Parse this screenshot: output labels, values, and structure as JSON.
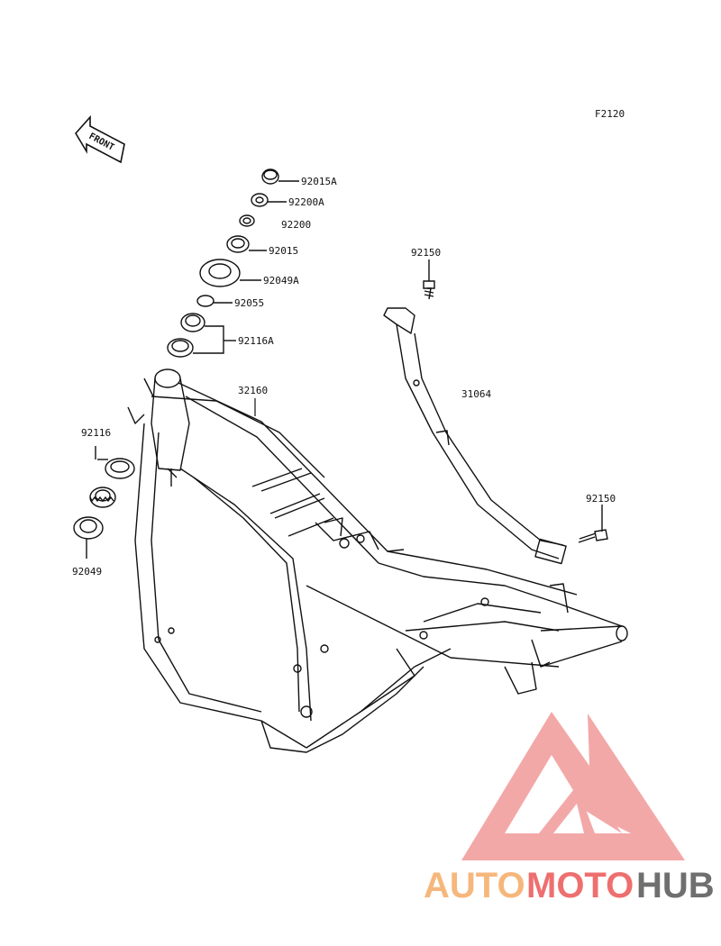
{
  "figure_code": "F2120",
  "front_label": "FRONT",
  "parts": [
    {
      "id": "p-92015a",
      "number": "92015A"
    },
    {
      "id": "p-92200a",
      "number": "92200A"
    },
    {
      "id": "p-92200",
      "number": "92200"
    },
    {
      "id": "p-92015",
      "number": "92015"
    },
    {
      "id": "p-92049a",
      "number": "92049A"
    },
    {
      "id": "p-92055",
      "number": "92055"
    },
    {
      "id": "p-92116a",
      "number": "92116A"
    },
    {
      "id": "p-32160",
      "number": "32160"
    },
    {
      "id": "p-92150-top",
      "number": "92150"
    },
    {
      "id": "p-31064",
      "number": "31064"
    },
    {
      "id": "p-92116",
      "number": "92116"
    },
    {
      "id": "p-92049",
      "number": "92049"
    },
    {
      "id": "p-92150-bottom",
      "number": "92150"
    }
  ],
  "watermark": {
    "part1": "AUTO",
    "part2": "MOTO",
    "part3": "HUB",
    "colors": {
      "orange": "#f6b77c",
      "red": "#ee6f6f",
      "gray": "#6f6f6f",
      "triangle": "#f19a9a"
    }
  }
}
